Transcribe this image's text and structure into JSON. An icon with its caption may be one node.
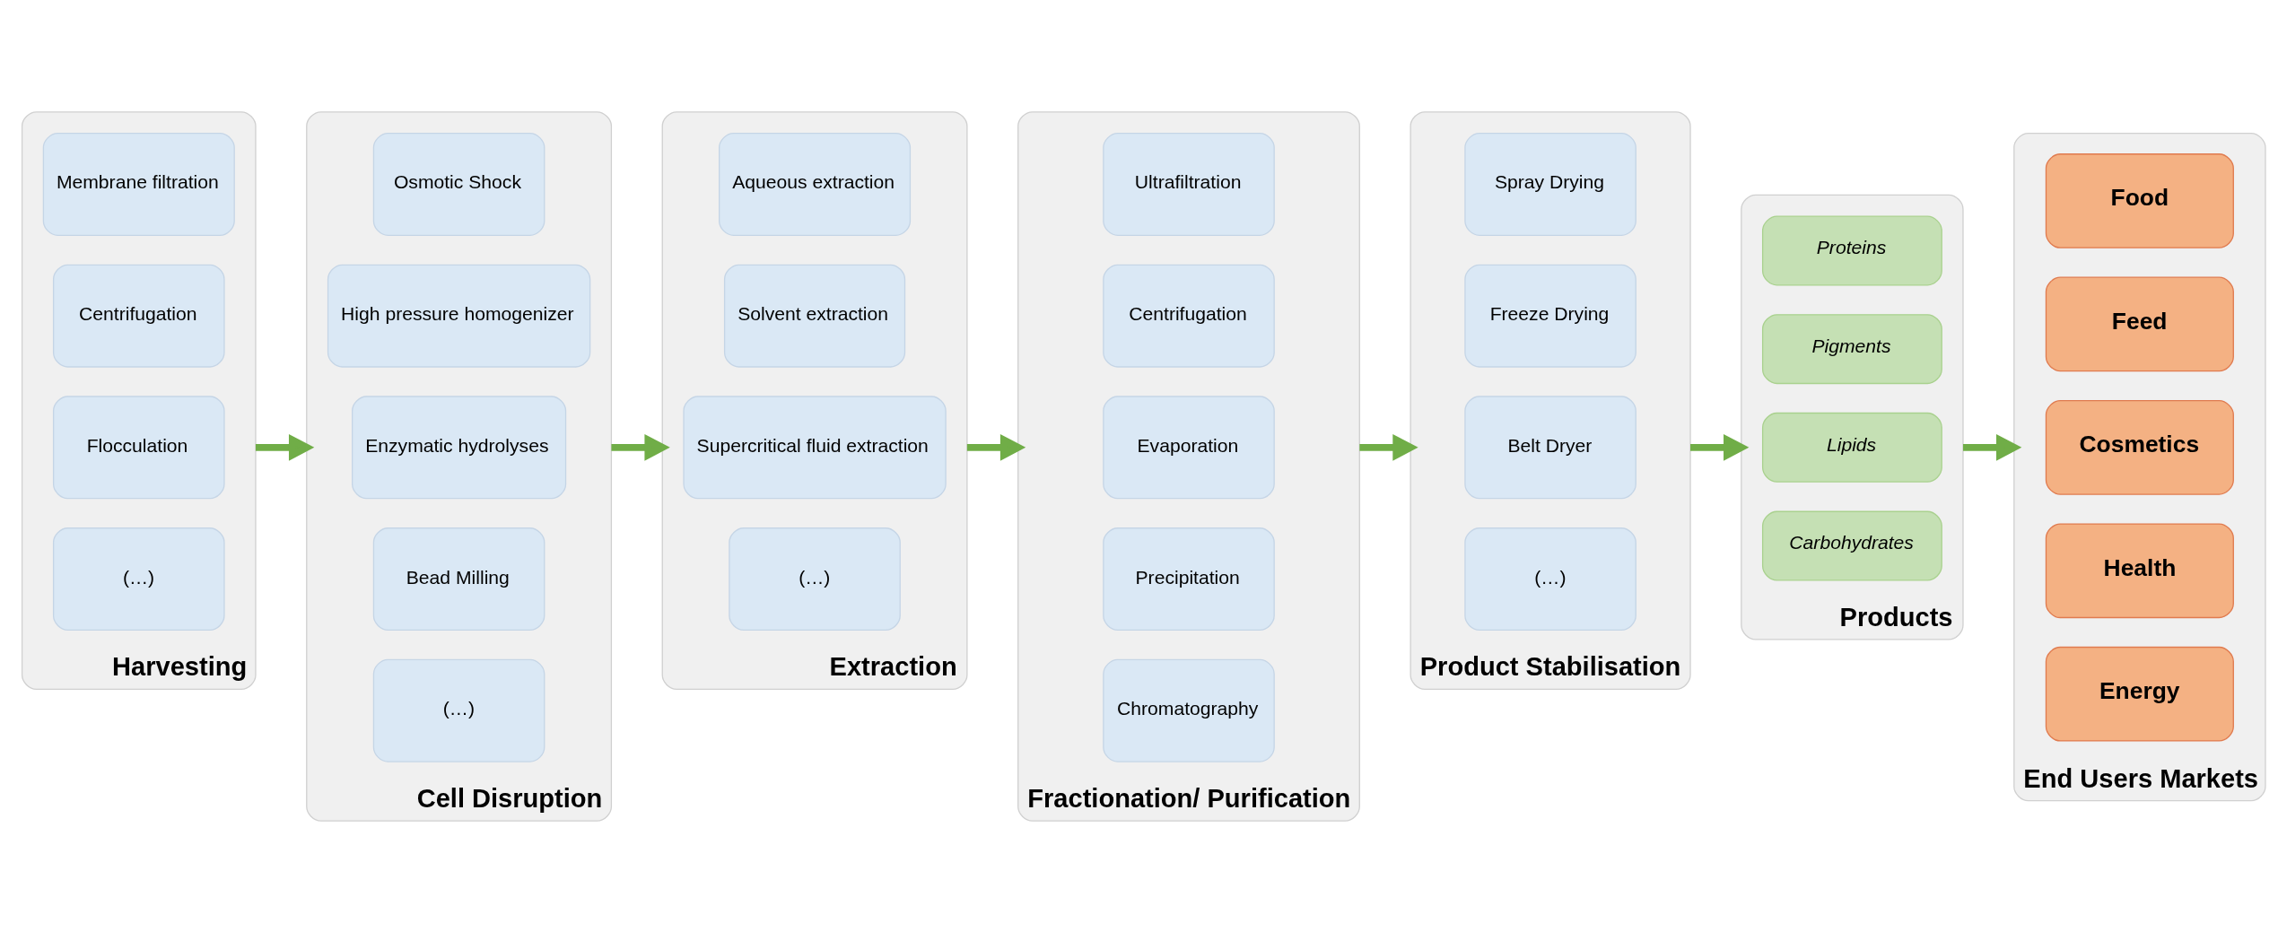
{
  "diagram": {
    "nodes": [
      {
        "text": [
          "Harvesting"
        ]
      },
      {
        "text": [
          "Membrane filtration"
        ],
        "in": 0
      },
      {
        "text": [
          "Centrifugation"
        ],
        "in": 0
      },
      {
        "text": [
          "Flocculation"
        ],
        "in": 0
      },
      {
        "text": [
          "(…)"
        ],
        "in": 0
      },
      {
        "text": [
          "Cell Disruption"
        ]
      },
      {
        "text": [
          "Osmotic Shock"
        ],
        "in": 5
      },
      {
        "text": [
          "High pressure homogenizer"
        ],
        "in": 5
      },
      {
        "text": [
          "Enzymatic hydrolyses"
        ],
        "in": 5
      },
      {
        "text": [
          "Bead Milling"
        ],
        "in": 5
      },
      {
        "text": [
          "(…)"
        ],
        "in": 5
      },
      {
        "text": [
          "Extraction"
        ]
      },
      {
        "text": [
          "Aqueous extraction"
        ],
        "in": 11
      },
      {
        "text": [
          "Solvent extraction"
        ],
        "in": 11
      },
      {
        "text": [
          "Supercritical fluid extraction"
        ],
        "in": 11
      },
      {
        "text": [
          "(…)"
        ],
        "in": 11
      },
      {
        "text": [
          "Fractionation/ Purification"
        ]
      },
      {
        "text": [
          "Ultrafiltration"
        ],
        "in": 16
      },
      {
        "text": [
          "Centrifugation"
        ],
        "in": 16
      },
      {
        "text": [
          "Evaporation"
        ],
        "in": 16
      },
      {
        "text": [
          "Precipitation"
        ],
        "in": 16
      },
      {
        "text": [
          "Chromatography"
        ],
        "in": 16
      },
      {
        "text": [
          "Product Stabilisation"
        ]
      },
      {
        "text": [
          "Spray Drying"
        ],
        "in": 22
      },
      {
        "text": [
          "Freeze Drying"
        ],
        "in": 22
      },
      {
        "text": [
          "Belt Dryer"
        ],
        "in": 22
      },
      {
        "text": [
          "(…)"
        ],
        "in": 22
      },
      {
        "text": [
          "Products"
        ]
      },
      {
        "text": [
          "Proteins"
        ],
        "in": 27
      },
      {
        "text": [
          "Pigments"
        ],
        "in": 27
      },
      {
        "text": [
          "Lipids"
        ],
        "in": 27
      },
      {
        "text": [
          "Carbohydrates"
        ],
        "in": 27
      },
      {
        "text": [
          "End Users Markets"
        ]
      },
      {
        "text": [
          "Food"
        ],
        "in": 32
      },
      {
        "text": [
          "Feed"
        ],
        "in": 32
      },
      {
        "text": [
          "Cosmetics"
        ],
        "in": 32
      },
      {
        "text": [
          "Health"
        ],
        "in": 32
      },
      {
        "text": [
          "Energy"
        ],
        "in": 32
      }
    ],
    "edges": [
      {
        "from": 0,
        "to": 5,
        "arrow": "to"
      },
      {
        "from": 5,
        "to": 11,
        "arrow": "to"
      },
      {
        "from": 11,
        "to": 16,
        "arrow": "to"
      },
      {
        "from": 16,
        "to": 22,
        "arrow": "to"
      },
      {
        "from": 22,
        "to": 27,
        "arrow": "to"
      },
      {
        "from": 27,
        "to": 32,
        "arrow": "to"
      }
    ]
  }
}
